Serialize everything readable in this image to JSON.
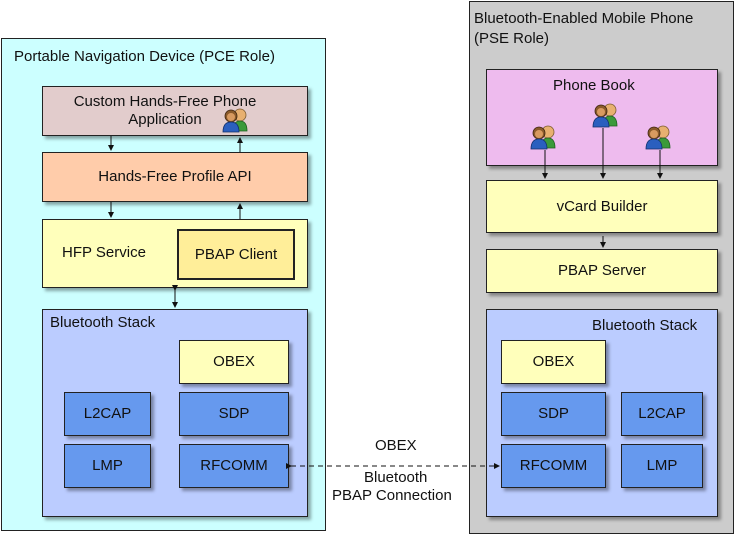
{
  "left_device": {
    "title": "Portable Navigation Device (PCE Role)",
    "app_label": "Custom Hands-Free Phone Application",
    "hfp_api_label": "Hands-Free Profile API",
    "hfp_service_label": "HFP Service",
    "pbap_client_label": "PBAP Client",
    "stack_label": "Bluetooth Stack",
    "obex_label": "OBEX",
    "l2cap_label": "L2CAP",
    "sdp_label": "SDP",
    "lmp_label": "LMP",
    "rfcomm_label": "RFCOMM"
  },
  "right_device": {
    "title_line1": "Bluetooth-Enabled Mobile Phone",
    "title_line2": "(PSE Role)",
    "phone_book_label": "Phone Book",
    "vcard_builder_label": "vCard Builder",
    "pbap_server_label": "PBAP Server",
    "stack_label": "Bluetooth Stack",
    "obex_label": "OBEX",
    "sdp_label": "SDP",
    "l2cap_label": "L2CAP",
    "rfcomm_label": "RFCOMM",
    "lmp_label": "LMP"
  },
  "connection": {
    "line1": "OBEX",
    "line2": "Bluetooth",
    "line3": "PBAP Connection"
  },
  "colors": {
    "left_device_bg": "#ccffff",
    "right_device_bg": "#cccccc",
    "app_bg": "#e2cccc",
    "api_bg": "#ffccaa",
    "service_bg": "#ffffbb",
    "stack_bg": "#bbccff",
    "protocol_blue": "#6699ee",
    "phone_book_bg": "#eebbee"
  },
  "icons": [
    "people-icon"
  ]
}
